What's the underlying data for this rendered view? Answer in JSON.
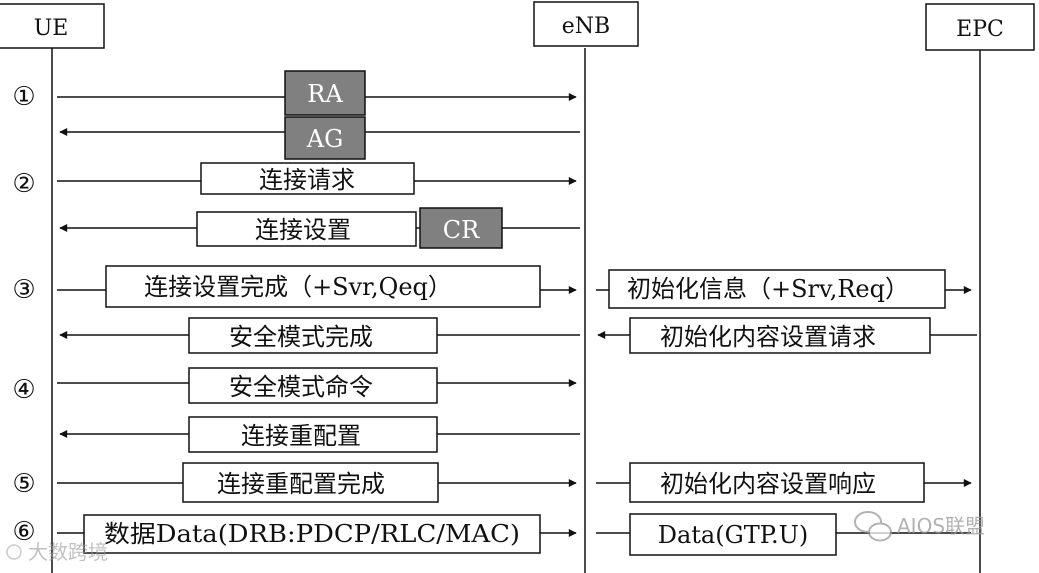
{
  "nodes": {
    "ue": "UE",
    "enb": "eNB",
    "epc": "EPC"
  },
  "steps": [
    "①",
    "②",
    "③",
    "④",
    "⑤",
    "⑥"
  ],
  "messages": {
    "ra": "RA",
    "ag": "AG",
    "conn_request": "连接请求",
    "conn_setup": "连接设置",
    "cr": "CR",
    "conn_setup_complete": "连接设置完成（+Svr,Qeq）",
    "init_info": "初始化信息（+Srv,Req）",
    "sec_mode_complete": "安全模式完成",
    "init_ctx_setup_req": "初始化内容设置请求",
    "sec_mode_cmd": "安全模式命令",
    "conn_reconfig": "连接重配置",
    "conn_reconfig_complete": "连接重配置完成",
    "init_ctx_setup_resp": "初始化内容设置响应",
    "data_drb": "数据Data(DRB:PDCP/RLC/MAC)",
    "data_gtp": "Data(GTP.U)"
  },
  "watermarks": {
    "left": "大数跨境",
    "right": "AIOS联盟"
  },
  "colors": {
    "gray_box": "#808080",
    "line": "#111111"
  }
}
